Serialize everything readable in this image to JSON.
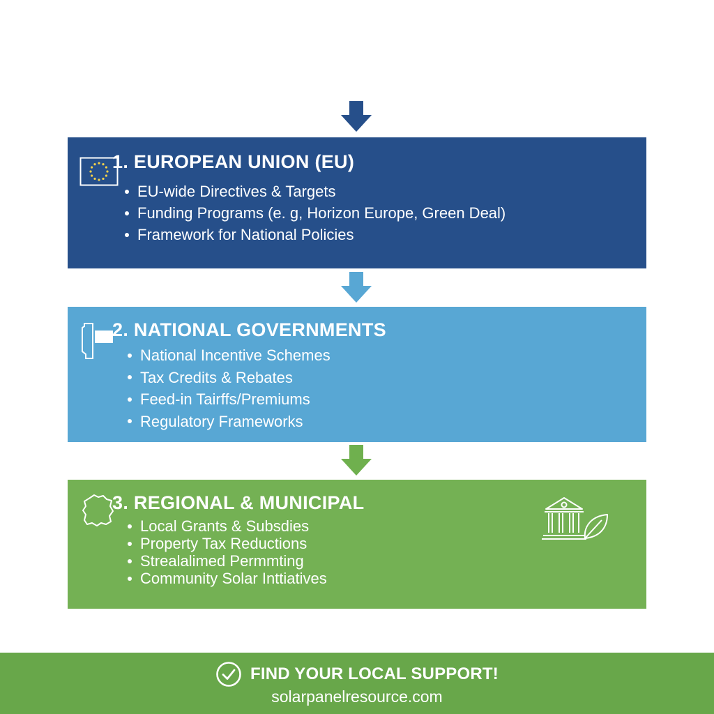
{
  "colors": {
    "eu_blue": "#264f8a",
    "national_blue": "#58a7d4",
    "regional_green": "#74b154",
    "footer_green": "#68a74a",
    "text": "#ffffff"
  },
  "arrows": [
    {
      "icon": "arrow-down-icon",
      "color": "#264f8a"
    },
    {
      "icon": "arrow-down-icon",
      "color": "#58a7d4"
    },
    {
      "icon": "arrow-down-icon",
      "color": "#6fb04e"
    }
  ],
  "tiers": [
    {
      "number": "1.",
      "title": "1. EUROPEAN UNION (EU)",
      "icon": "eu-flag-icon",
      "items": [
        "EU-wide Directives & Targets",
        "Funding Programs (e. g, Horizon Europe, Green Deal)",
        "Framework for National Policies"
      ]
    },
    {
      "number": "2.",
      "title": "2. NATIONAL GOVERNMENTS",
      "icon": "country-map-icon",
      "items": [
        "National Incentive Schemes",
        "Tax Credits & Rebates",
        "Feed-in Tairffs/Premiums",
        "Regulatory Frameworks"
      ]
    },
    {
      "number": "3.",
      "title": "3. REGIONAL & MUNICIPAL",
      "icon": "region-map-icon",
      "side_icon": "government-building-leaf-icon",
      "items": [
        "Local Grants & Subsdies",
        "Property Tax Reductions",
        "Strealalimed Permmting",
        "Community Solar Inttiatives"
      ]
    }
  ],
  "footer": {
    "icon": "check-circle-icon",
    "cta": "FIND YOUR LOCAL SUPPORT!",
    "url": "solarpanelresource.com"
  }
}
